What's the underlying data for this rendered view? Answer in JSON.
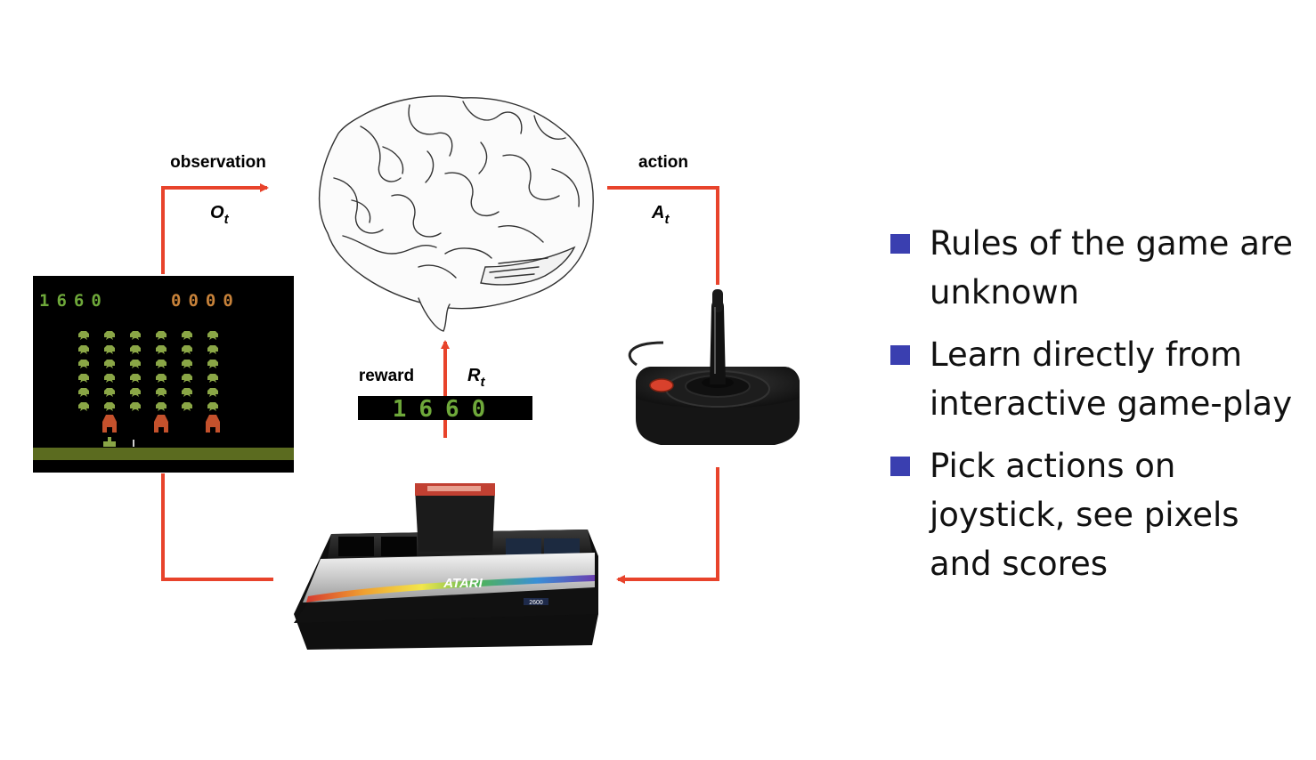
{
  "labels": {
    "observation": "observation",
    "observation_symbol": "O",
    "observation_sub": "t",
    "action": "action",
    "action_symbol": "A",
    "action_sub": "t",
    "reward": "reward",
    "reward_symbol": "R",
    "reward_sub": "t"
  },
  "game": {
    "score_left": "1660",
    "score_right": "0000",
    "reward_display": "1660"
  },
  "console": {
    "brand": "ATARI",
    "model": "2600"
  },
  "bullets": [
    "Rules of the game are unknown",
    "Learn directly from interactive game-play",
    "Pick actions on joystick, see pixels and scores"
  ],
  "colors": {
    "arrow": "#e8432b",
    "bullet": "#3a3fb0",
    "screen_bg": "#000000",
    "ground": "#5b6b1f",
    "score_green": "#6ea83a",
    "score_orange": "#c7823a",
    "invader_green": "#8aa646",
    "bunker": "#c4512c"
  }
}
